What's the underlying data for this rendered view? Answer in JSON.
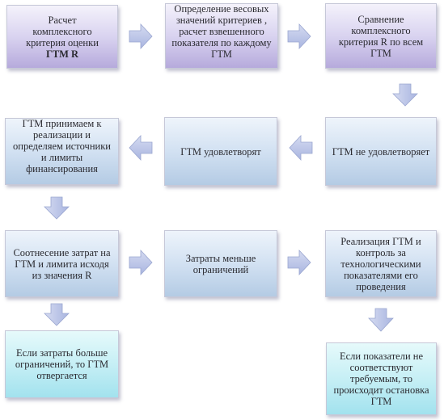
{
  "boxes": {
    "b1_line1": "Расчет",
    "b1_line2": "комплексного",
    "b1_line3": "критерия оценки",
    "b1_line4": "ГТМ R",
    "b2_text": "Определение весовых значений критериев , расчет взвешенного показателя по каждому ГТМ",
    "b3_text": "Сравнение комплексного критерия  R  по всем ГТМ",
    "b4_text": "ГТМ не удовлетворяет",
    "b5_text": "ГТМ удовлетворят",
    "b6_text": "ГТМ принимаем к реализации и определяем источники  и лимиты финансирования",
    "b7_text": "Соотнесение затрат на ГТМ и лимита исходя из значения R",
    "b8_text": "Затраты меньше ограничений",
    "b9_text": "Реализация ГТМ и контроль за технологическими показателями его проведения",
    "b10_text": "Если затраты больше ограничений, то ГТМ отвергается",
    "b11_text": "Если показатели не соответствуют требуемым, то происходит остановка ГТМ"
  },
  "colors": {
    "arrow_fill": "#b9c3e4",
    "arrow_stroke": "#8e9bc8",
    "purple": "#c9c0ea",
    "blue": "#c4d6ee",
    "aqua": "#b6e8f1"
  }
}
